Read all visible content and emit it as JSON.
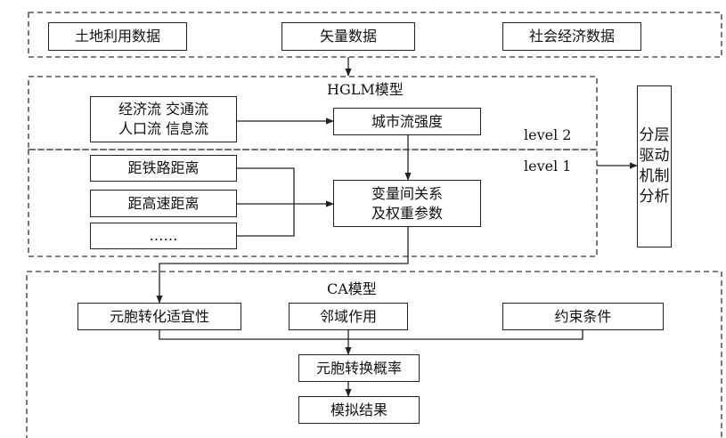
{
  "sources": {
    "land_use": "土地利用数据",
    "vector": "矢量数据",
    "socio_economic": "社会经济数据"
  },
  "hglm": {
    "title": "HGLM模型",
    "flows": "经济流 交通流\n人口流 信息流",
    "flow_intensity": "城市流强度",
    "level2": "level 2",
    "level1": "level 1",
    "dist_railway": "距铁路距离",
    "dist_highway": "距高速距离",
    "ellipsis": "……",
    "relations": "变量间关系\n及权重参数"
  },
  "driver_analysis": "分层驱动机制分析",
  "ca": {
    "title": "CA模型",
    "suitability": "元胞转化适宜性",
    "neighborhood": "邻域作用",
    "constraints": "约束条件",
    "transition_prob": "元胞转换概率",
    "result": "模拟结果"
  }
}
